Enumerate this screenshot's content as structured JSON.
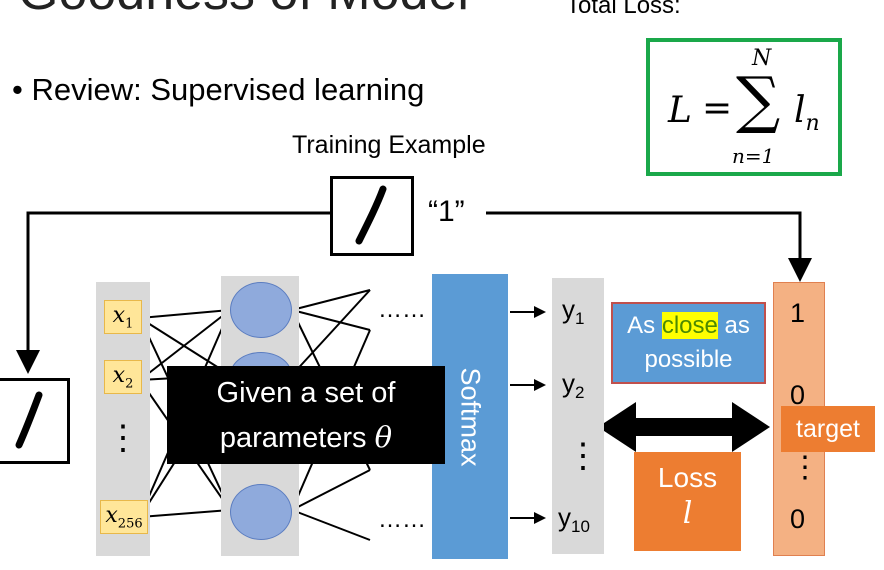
{
  "slide": {
    "title": "Goodness of Model",
    "bullet_mark": "•",
    "bullet_text": "Review: Supervised learning"
  },
  "total_loss": {
    "label": "Total Loss:",
    "formula_lhs": "L",
    "formula_eq": "=",
    "sum_symbol": "∑",
    "sum_upper": "N",
    "sum_lower": "n=1",
    "term": "l",
    "term_sub": "n"
  },
  "training": {
    "label": "Training Example",
    "target_text": "“1”"
  },
  "network": {
    "inputs": [
      {
        "var": "x",
        "sub": "1"
      },
      {
        "var": "x",
        "sub": "2"
      },
      {
        "var": "x",
        "sub": "256"
      }
    ],
    "input_dots": "⋮",
    "hidden_dots_top": "……",
    "hidden_dots_bottom": "……",
    "softmax_label": "Softmax",
    "outputs": [
      {
        "var": "y",
        "sub": "1"
      },
      {
        "var": "y",
        "sub": "2"
      },
      {
        "var": "y",
        "sub": "10"
      }
    ],
    "output_dots": "⋮"
  },
  "overlay": {
    "line1": "Given a set of",
    "line2_text": "parameters ",
    "line2_symbol": "θ"
  },
  "comparison": {
    "as": "As ",
    "close": "close",
    "as_after": " as",
    "possible": "possible",
    "loss_word": "Loss",
    "loss_symbol": "l"
  },
  "target": {
    "values": [
      "1",
      "0",
      "0"
    ],
    "dots": "⋮",
    "badge": "target"
  },
  "colors": {
    "formula_border": "#1aa84a",
    "softmax": "#5b9bd5",
    "neuron": "#8faadc",
    "input_cell": "#ffe699",
    "target_column": "#f4b183",
    "loss_box": "#ed7d31",
    "highlight": "#ffff00"
  }
}
